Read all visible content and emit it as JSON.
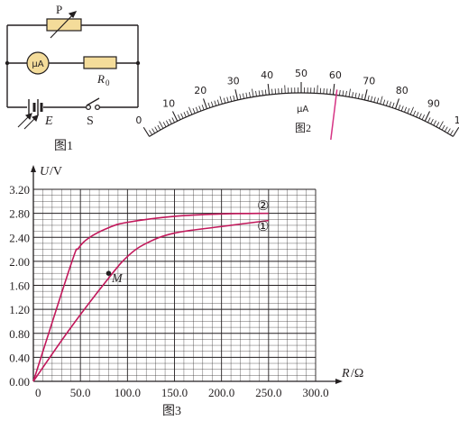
{
  "figure1": {
    "caption": "图1",
    "rheostat_label": "P",
    "meter_label": "μA",
    "resistor_label_main": "R",
    "resistor_label_sub": "0",
    "battery_label": "E",
    "switch_label": "S"
  },
  "figure2": {
    "caption": "图2",
    "unit_label": "μA",
    "scale_min": 0,
    "scale_max": 100,
    "scale_labels": [
      "0",
      "10",
      "20",
      "30",
      "40",
      "50",
      "60",
      "70",
      "80",
      "90",
      "100"
    ],
    "needle_value": 61
  },
  "figure3": {
    "caption": "图3",
    "ylabel_var": "U",
    "ylabel_unit": "/V",
    "xlabel_var": "R",
    "xlabel_unit": "/Ω",
    "point_label": "M",
    "curve1_label": "①",
    "curve2_label": "②"
  },
  "chart_data": {
    "type": "line",
    "title": "",
    "xlabel": "R/Ω",
    "ylabel": "U/V",
    "xlim": [
      0,
      300
    ],
    "ylim": [
      0,
      3.2
    ],
    "x_ticks": [
      "0",
      "50.0",
      "100.0",
      "150.0",
      "200.0",
      "250.0",
      "300.0"
    ],
    "y_ticks": [
      "0.00",
      "0.40",
      "0.80",
      "1.20",
      "1.60",
      "2.00",
      "2.40",
      "2.80",
      "3.20"
    ],
    "grid": true,
    "series": [
      {
        "name": "①",
        "color": "#c2185b",
        "x": [
          0,
          40,
          80,
          100,
          120,
          150,
          200,
          250
        ],
        "y": [
          0,
          0.9,
          1.72,
          2.08,
          2.3,
          2.47,
          2.58,
          2.68
        ]
      },
      {
        "name": "②",
        "color": "#c2185b",
        "x": [
          0,
          40,
          48,
          60,
          80,
          100,
          150,
          200,
          250
        ],
        "y": [
          0,
          1.95,
          2.22,
          2.4,
          2.56,
          2.65,
          2.75,
          2.79,
          2.8
        ]
      }
    ],
    "points": [
      {
        "label": "M",
        "x": 80,
        "y": 1.8
      }
    ]
  }
}
